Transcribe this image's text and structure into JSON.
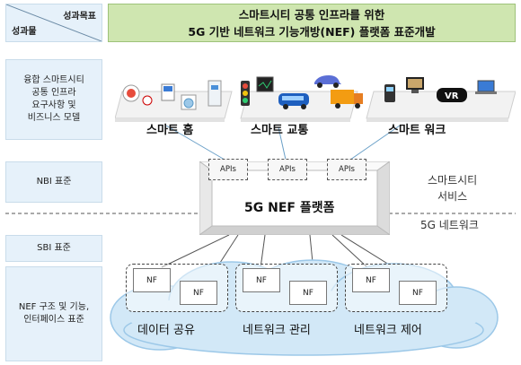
{
  "header": {
    "corner_top": "성과목표",
    "corner_bottom": "성과물",
    "title": "스마트시티 공통 인프라를 위한\n5G 기반 네트워크 기능개방(NEF) 플랫폼 표준개발"
  },
  "left_rows": [
    {
      "id": "row1",
      "text": "융합 스마트시티\n공통 인프라\n요구사항 및\n비즈니스 모델"
    },
    {
      "id": "row2",
      "text": "NBI 표준"
    },
    {
      "id": "row3",
      "text": "SBI 표준"
    },
    {
      "id": "row4",
      "text": "NEF 구조 및 기능,\n인터페이스 표준"
    }
  ],
  "service_categories": [
    "스마트 홈",
    "스마트 교통",
    "스마트 워크"
  ],
  "apis": [
    "APIs",
    "APIs",
    "APIs"
  ],
  "platform": {
    "label": "5G NEF 플랫폼"
  },
  "side_labels": {
    "smartcity_service": "스마트시티\n서비스",
    "network": "5G 네트워크"
  },
  "nf_groups": [
    {
      "label": "데이터 공유",
      "nfs": [
        "NF",
        "NF"
      ]
    },
    {
      "label": "네트워크 관리",
      "nfs": [
        "NF",
        "NF"
      ]
    },
    {
      "label": "네트워크 제어",
      "nfs": [
        "NF",
        "NF"
      ]
    }
  ],
  "icons": {
    "vr_badge": "VR"
  },
  "colors": {
    "header_green": "#cfe6b0",
    "left_blue": "#e6f1fa",
    "cloud_blue": "#d2e8f7"
  }
}
